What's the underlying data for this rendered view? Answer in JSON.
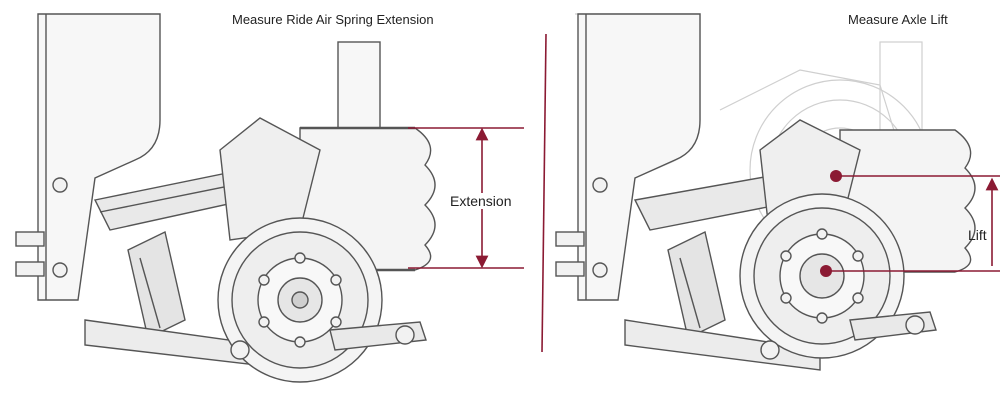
{
  "panels": {
    "left": {
      "title": "Measure Ride Air Spring Extension",
      "dimension_label": "Extension"
    },
    "right": {
      "title": "Measure Axle Lift",
      "dimension_label": "Lift"
    }
  },
  "colors": {
    "accent": "#8b1a33",
    "line": "#555555",
    "ghost": "#c8c8c8",
    "fill": "#eeeeee"
  }
}
